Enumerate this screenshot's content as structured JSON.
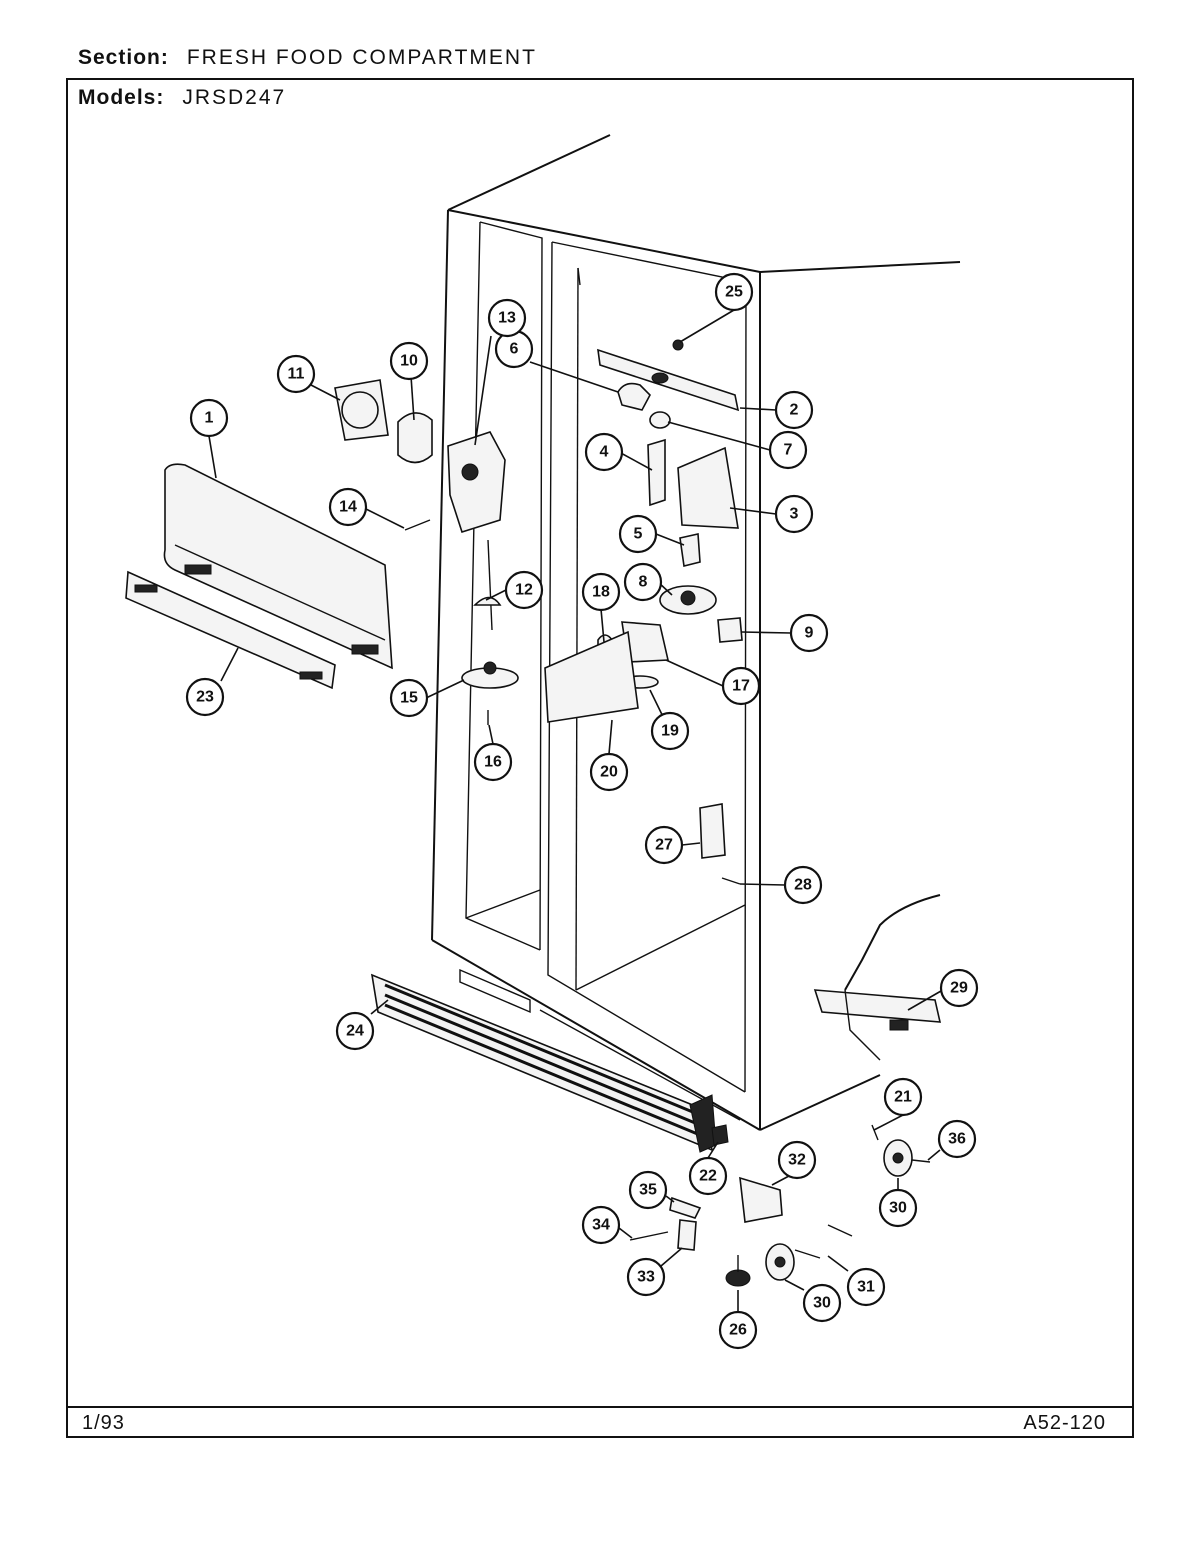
{
  "header": {
    "section_label": "Section:",
    "section_value": "FRESH FOOD COMPARTMENT",
    "models_label": "Models:",
    "models_value": "JRSD247"
  },
  "footer": {
    "date": "1/93",
    "code": "A52-120"
  },
  "callouts": [
    "1",
    "2",
    "3",
    "4",
    "5",
    "6",
    "7",
    "8",
    "9",
    "10",
    "11",
    "12",
    "13",
    "14",
    "15",
    "16",
    "17",
    "18",
    "19",
    "20",
    "21",
    "22",
    "23",
    "24",
    "25",
    "26",
    "27",
    "28",
    "29",
    "30",
    "30",
    "31",
    "32",
    "33",
    "34",
    "35",
    "36"
  ]
}
